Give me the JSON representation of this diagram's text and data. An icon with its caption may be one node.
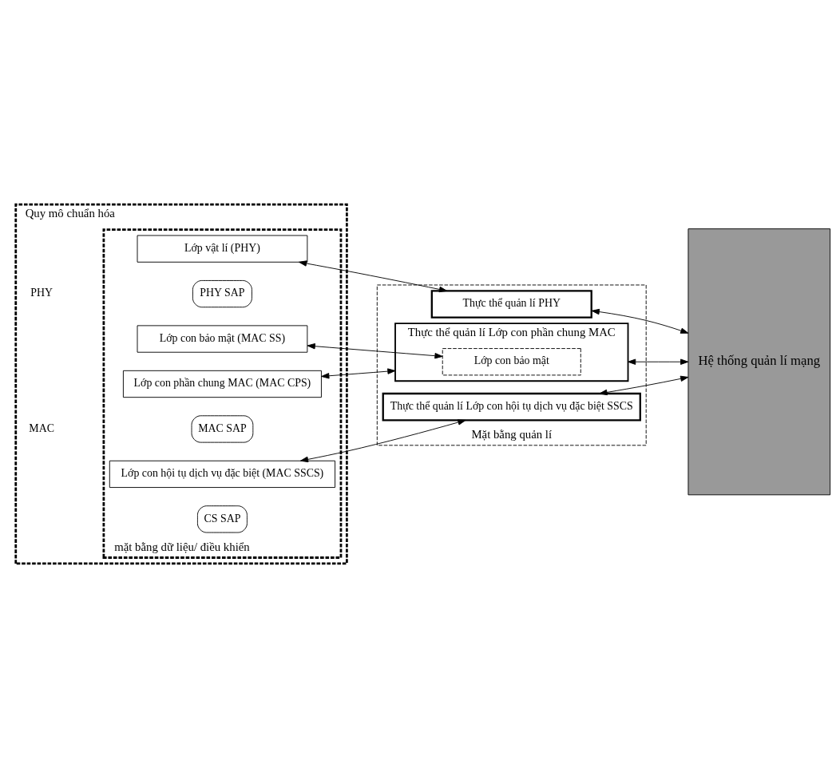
{
  "diagram": {
    "nodes": [
      {
        "text": [
          "Quy mô chuẩn hóa"
        ]
      },
      {
        "text": [
          "mặt bằng dữ liệu/ điều khiển"
        ],
        "in": 0
      },
      {
        "text": [
          "CS SAP"
        ],
        "in": 1
      },
      {
        "text": [
          "Lớp con hội tụ dịch vụ đặc biệt (MAC SSCS)"
        ],
        "in": 1
      },
      {
        "text": [
          "MAC SAP"
        ],
        "in": 1
      },
      {
        "text": [
          "Lớp con phần chung MAC (MAC CPS)"
        ],
        "in": 1
      },
      {
        "text": [
          "Lớp con bảo mật (MAC SS)"
        ],
        "in": 1
      },
      {
        "text": [
          "PHY SAP"
        ],
        "in": 1
      },
      {
        "text": [
          "Lớp vật lí (PHY)"
        ],
        "in": 1
      },
      {
        "text": [
          "Mặt bằng quản lí"
        ]
      },
      {
        "text": [
          "Thực thể quản lí Lớp con hội tụ dịch vụ đặc biệt SSCS"
        ],
        "in": 9
      },
      {
        "text": [
          "Thực thể quản lí Lớp con phần chung MAC"
        ],
        "in": 9
      },
      {
        "text": [
          "Lớp con bảo mật"
        ],
        "in": 11
      },
      {
        "text": [
          "Thực thể quản lí PHY"
        ],
        "in": 9
      },
      {
        "text": [
          "Hệ thống quản lí mạng"
        ]
      }
    ],
    "edges": [
      {
        "from": 3,
        "to": 10,
        "arrow": "both"
      },
      {
        "from": 5,
        "to": 11,
        "arrow": "both"
      },
      {
        "from": 6,
        "to": 12,
        "arrow": "both"
      },
      {
        "from": 8,
        "to": 13,
        "arrow": "both"
      },
      {
        "from": 10,
        "to": 14,
        "arrow": "both"
      },
      {
        "from": 11,
        "to": 14,
        "arrow": "both"
      },
      {
        "from": 13,
        "to": 14,
        "arrow": "both"
      }
    ],
    "labels": [
      "MAC",
      "PHY"
    ]
  }
}
